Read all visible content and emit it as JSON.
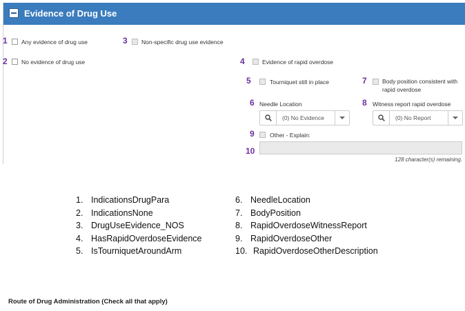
{
  "section": {
    "title": "Evidence of Drug Use"
  },
  "fields": {
    "any_evidence": {
      "num": "1",
      "label": "Any evidence of drug use"
    },
    "no_evidence": {
      "num": "2",
      "label": "No evidence of drug use"
    },
    "nonspecific": {
      "num": "3",
      "label": "Non-specific drug use evidence"
    },
    "rapid_overdose": {
      "num": "4",
      "label": "Evidence of rapid overdose"
    },
    "tourniquet": {
      "num": "5",
      "label": "Tourniquet still in place"
    },
    "needle_location": {
      "num": "6",
      "label": "Needle Location",
      "value": "(0) No Evidence"
    },
    "body_position": {
      "num": "7",
      "label": "Body position consistent with rapid overdose"
    },
    "witness_report": {
      "num": "8",
      "label": "Witness report rapid overdose",
      "value": "(0) No Report"
    },
    "other": {
      "num": "9",
      "label": "Other - Explain:"
    },
    "other_description": {
      "num": "10",
      "value": "",
      "remaining": "128 character(s) remaining."
    }
  },
  "legend": [
    {
      "n": "1.",
      "name": "IndicationsDrugPara"
    },
    {
      "n": "2.",
      "name": "IndicationsNone"
    },
    {
      "n": "3.",
      "name": "DrugUseEvidence_NOS"
    },
    {
      "n": "4.",
      "name": "HasRapidOverdoseEvidence"
    },
    {
      "n": "5.",
      "name": "IsTourniquetAroundArm"
    },
    {
      "n": "6.",
      "name": "NeedleLocation"
    },
    {
      "n": "7.",
      "name": "BodyPosition"
    },
    {
      "n": "8.",
      "name": "RapidOverdoseWitnessReport"
    },
    {
      "n": "9.",
      "name": "RapidOverdoseOther"
    },
    {
      "n": "10.",
      "name": "RapidOverdoseOtherDescription"
    }
  ],
  "footer": {
    "title": "Route of Drug Administration (Check all that apply)"
  },
  "colors": {
    "header": "#3a7cbd",
    "number_marker": "#6b2fa0"
  },
  "icons": {
    "collapse": "minus-square-icon",
    "search": "search-icon",
    "dropdown": "chevron-down-icon"
  }
}
